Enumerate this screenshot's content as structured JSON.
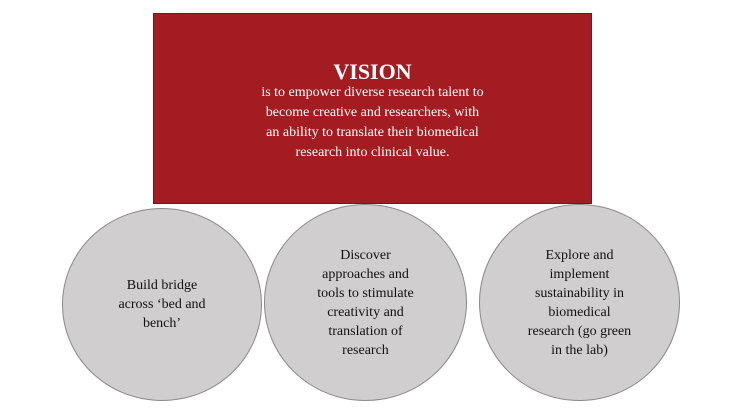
{
  "vision": {
    "title": "VISION",
    "text": "is to empower  diverse  research  talent  to\nbecome  creative  and researchers,  with\nan ability  to translate  their  biomedical\nresearch into  clinical  value."
  },
  "circles": [
    {
      "text": "Build bridge\nacross ‘bed and\nbench’"
    },
    {
      "text": "Discover\napproaches and\ntools to stimulate\ncreativity  and\ntranslation  of\nresearch"
    },
    {
      "text": "Explore and\nimplement\nsustainability  in\nbiomedical\nresearch (go green\nin the lab)"
    }
  ],
  "colors": {
    "vision_fill": "#a31c21",
    "circle_fill": "#d0cece"
  }
}
